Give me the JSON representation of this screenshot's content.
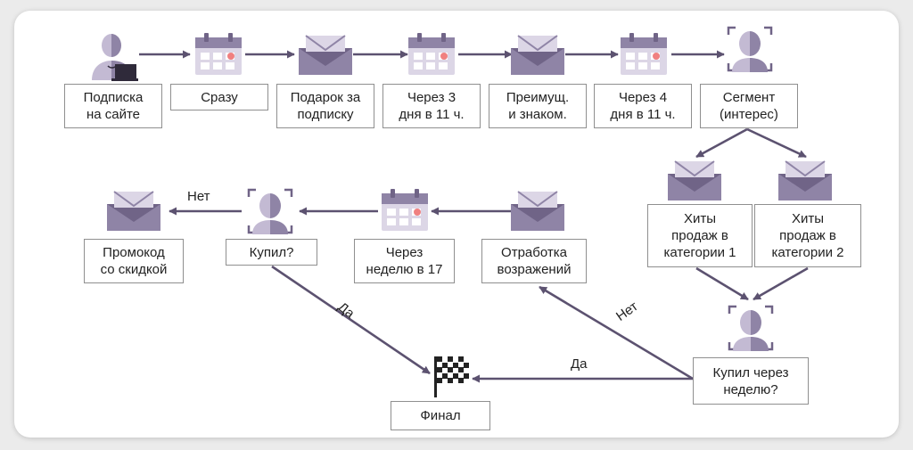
{
  "nodes": [
    {
      "id": "n1",
      "label": "Подписка\nна сайте",
      "icon": "person-laptop-icon"
    },
    {
      "id": "n2",
      "label": "Сразу",
      "icon": "calendar-icon"
    },
    {
      "id": "n3",
      "label": "Подарок за\nподписку",
      "icon": "envelope-icon"
    },
    {
      "id": "n4",
      "label": "Через 3\nдня в 11 ч.",
      "icon": "calendar-icon"
    },
    {
      "id": "n5",
      "label": "Преимущ.\nи знаком.",
      "icon": "envelope-icon"
    },
    {
      "id": "n6",
      "label": "Через 4\nдня в 11 ч.",
      "icon": "calendar-icon"
    },
    {
      "id": "n7",
      "label": "Сегмент\n(интерес)",
      "icon": "face-scan-icon"
    },
    {
      "id": "n8",
      "label": "Хиты\nпродаж в\nкатегории 1",
      "icon": "envelope-icon"
    },
    {
      "id": "n9",
      "label": "Хиты\nпродаж в\nкатегории 2",
      "icon": "envelope-icon"
    },
    {
      "id": "n10",
      "label": "Купил через\nнеделю?",
      "icon": "face-scan-icon"
    },
    {
      "id": "n11",
      "label": "Отработка\nвозражений",
      "icon": "envelope-icon"
    },
    {
      "id": "n12",
      "label": "Через\nнеделю в 17",
      "icon": "calendar-icon"
    },
    {
      "id": "n13",
      "label": "Купил?",
      "icon": "face-scan-icon"
    },
    {
      "id": "n14",
      "label": "Промокод\nсо скидкой",
      "icon": "envelope-icon"
    },
    {
      "id": "n15",
      "label": "Финал",
      "icon": "checkered-flag-icon"
    }
  ],
  "edges": [
    {
      "id": "e1",
      "from": "n1",
      "to": "n2",
      "label": ""
    },
    {
      "id": "e2",
      "from": "n2",
      "to": "n3",
      "label": ""
    },
    {
      "id": "e3",
      "from": "n3",
      "to": "n4",
      "label": ""
    },
    {
      "id": "e4",
      "from": "n4",
      "to": "n5",
      "label": ""
    },
    {
      "id": "e5",
      "from": "n5",
      "to": "n6",
      "label": ""
    },
    {
      "id": "e6",
      "from": "n6",
      "to": "n7",
      "label": ""
    },
    {
      "id": "e7",
      "from": "n7",
      "to": "n8",
      "label": ""
    },
    {
      "id": "e8",
      "from": "n7",
      "to": "n9",
      "label": ""
    },
    {
      "id": "e9",
      "from": "n8",
      "to": "n10",
      "label": ""
    },
    {
      "id": "e10",
      "from": "n9",
      "to": "n10",
      "label": ""
    },
    {
      "id": "e11",
      "from": "n10",
      "to": "n11",
      "label": "Нет"
    },
    {
      "id": "e12",
      "from": "n10",
      "to": "n15",
      "label": "Да"
    },
    {
      "id": "e13",
      "from": "n11",
      "to": "n12",
      "label": ""
    },
    {
      "id": "e14",
      "from": "n12",
      "to": "n13",
      "label": ""
    },
    {
      "id": "e15",
      "from": "n13",
      "to": "n14",
      "label": "Нет"
    },
    {
      "id": "e16",
      "from": "n13",
      "to": "n15",
      "label": "Да"
    }
  ],
  "colors": {
    "icon_dark": "#706487",
    "icon_mid": "#8f84a6",
    "icon_light": "#c3bad3",
    "icon_lighter": "#dcd6e6",
    "calendar_dot": "#f08080",
    "arrow": "#5c5270",
    "box_border": "#8f8f8f"
  }
}
